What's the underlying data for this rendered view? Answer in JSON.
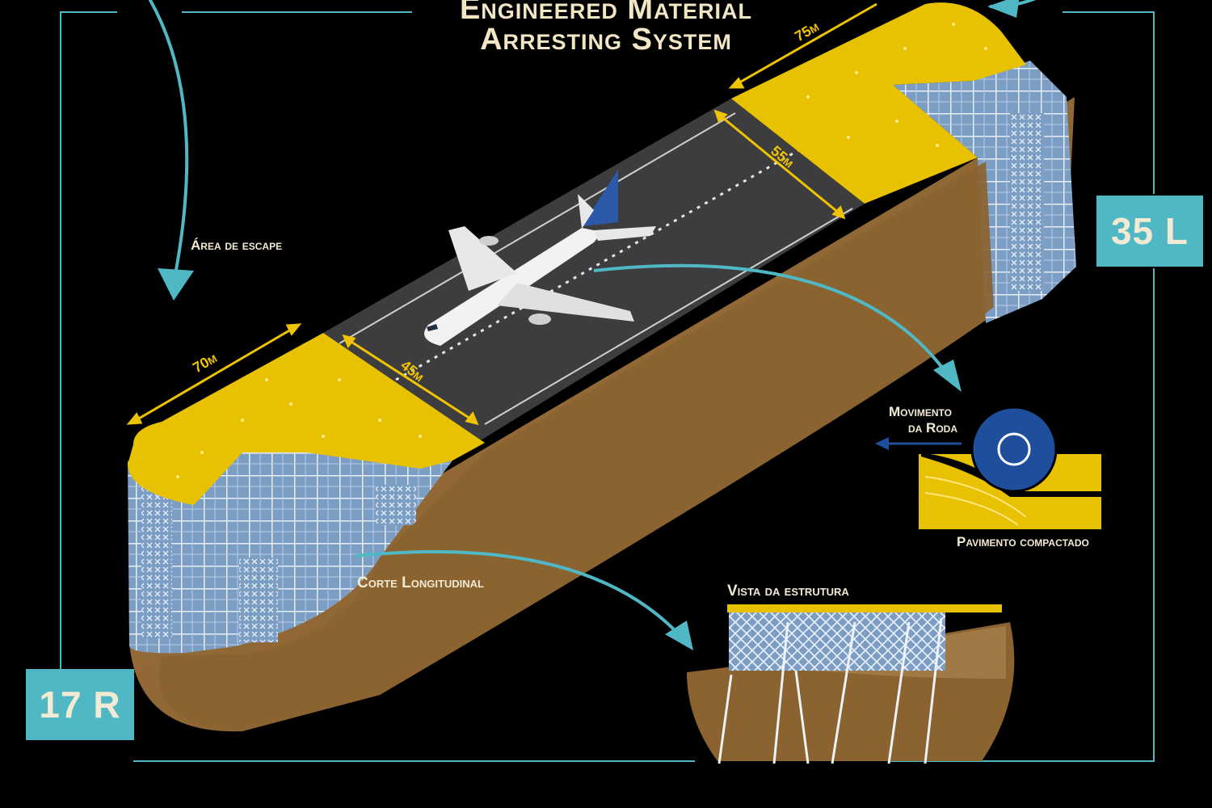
{
  "title": {
    "line1": "Engineered Material",
    "line2": "Arresting System"
  },
  "runway_tags": {
    "left": "17 R",
    "right": "35 L"
  },
  "labels": {
    "escape_area": "Área de escape",
    "wheel_movement_line1": "Movimento",
    "wheel_movement_line2": "da Roda",
    "compacted_pavement": "Pavimento compactado",
    "longitudinal_cut": "Corte Longitudinal",
    "structure_view": "Vista da estrutura"
  },
  "dimensions": {
    "left_length": "70m",
    "left_width": "45m",
    "right_length": "75m",
    "right_width": "55m"
  },
  "colors": {
    "background": "#000000",
    "frame": "#4fb8c4",
    "arrow": "#4fb8c4",
    "emas_yellow": "#e8c200",
    "soil": "#8a6330",
    "blocks": "#7d9ec4",
    "asphalt": "#3d3d40",
    "wheel": "#1f4f9c",
    "tag_bg": "#4fb8c4",
    "dimension": "#f0c300"
  }
}
